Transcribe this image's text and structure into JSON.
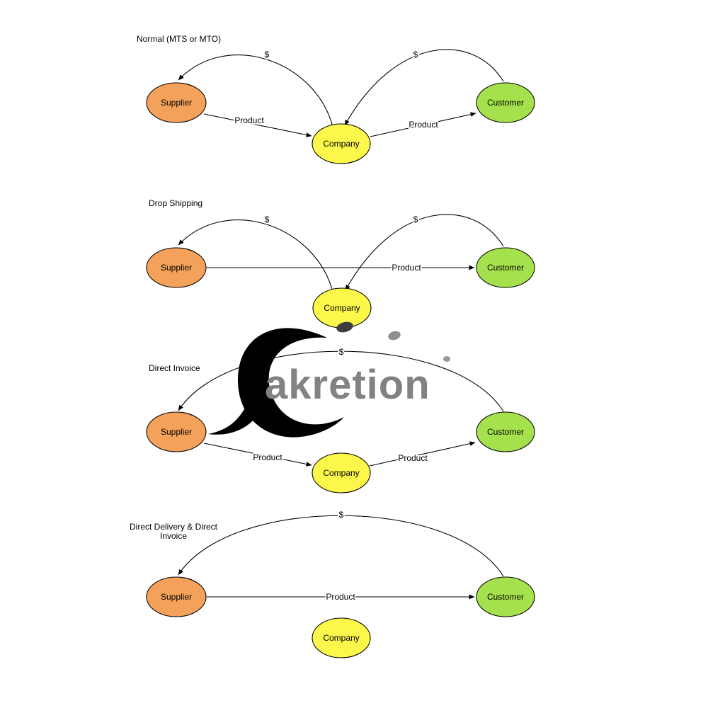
{
  "colors": {
    "supplier": "#F3A15B",
    "company": "#FBF84B",
    "customer": "#A5E14D",
    "edge": "#000000",
    "watermark_logo": "#000000",
    "watermark_text": "#828282"
  },
  "watermark": {
    "text": "akretion"
  },
  "scenarios": [
    {
      "title": "Normal (MTS or MTO)",
      "nodes": {
        "supplier": "Supplier",
        "company": "Company",
        "customer": "Customer"
      },
      "labels": {
        "money_supplier": "$",
        "money_company": "$",
        "product_to_company": "Product",
        "product_to_customer": "Product"
      }
    },
    {
      "title": "Drop Shipping",
      "nodes": {
        "supplier": "Supplier",
        "company": "Company",
        "customer": "Customer"
      },
      "labels": {
        "money_supplier": "$",
        "money_company": "$",
        "product_to_customer": "Product"
      }
    },
    {
      "title": "Direct Invoice",
      "nodes": {
        "supplier": "Supplier",
        "company": "Company",
        "customer": "Customer"
      },
      "labels": {
        "money_supplier": "$",
        "product_to_company": "Product",
        "product_to_customer": "Product"
      }
    },
    {
      "title_line1": "Direct Delivery & Direct",
      "title_line2": "Invoice",
      "nodes": {
        "supplier": "Supplier",
        "company": "Company",
        "customer": "Customer"
      },
      "labels": {
        "money_supplier": "$",
        "product_to_customer": "Product"
      }
    }
  ]
}
